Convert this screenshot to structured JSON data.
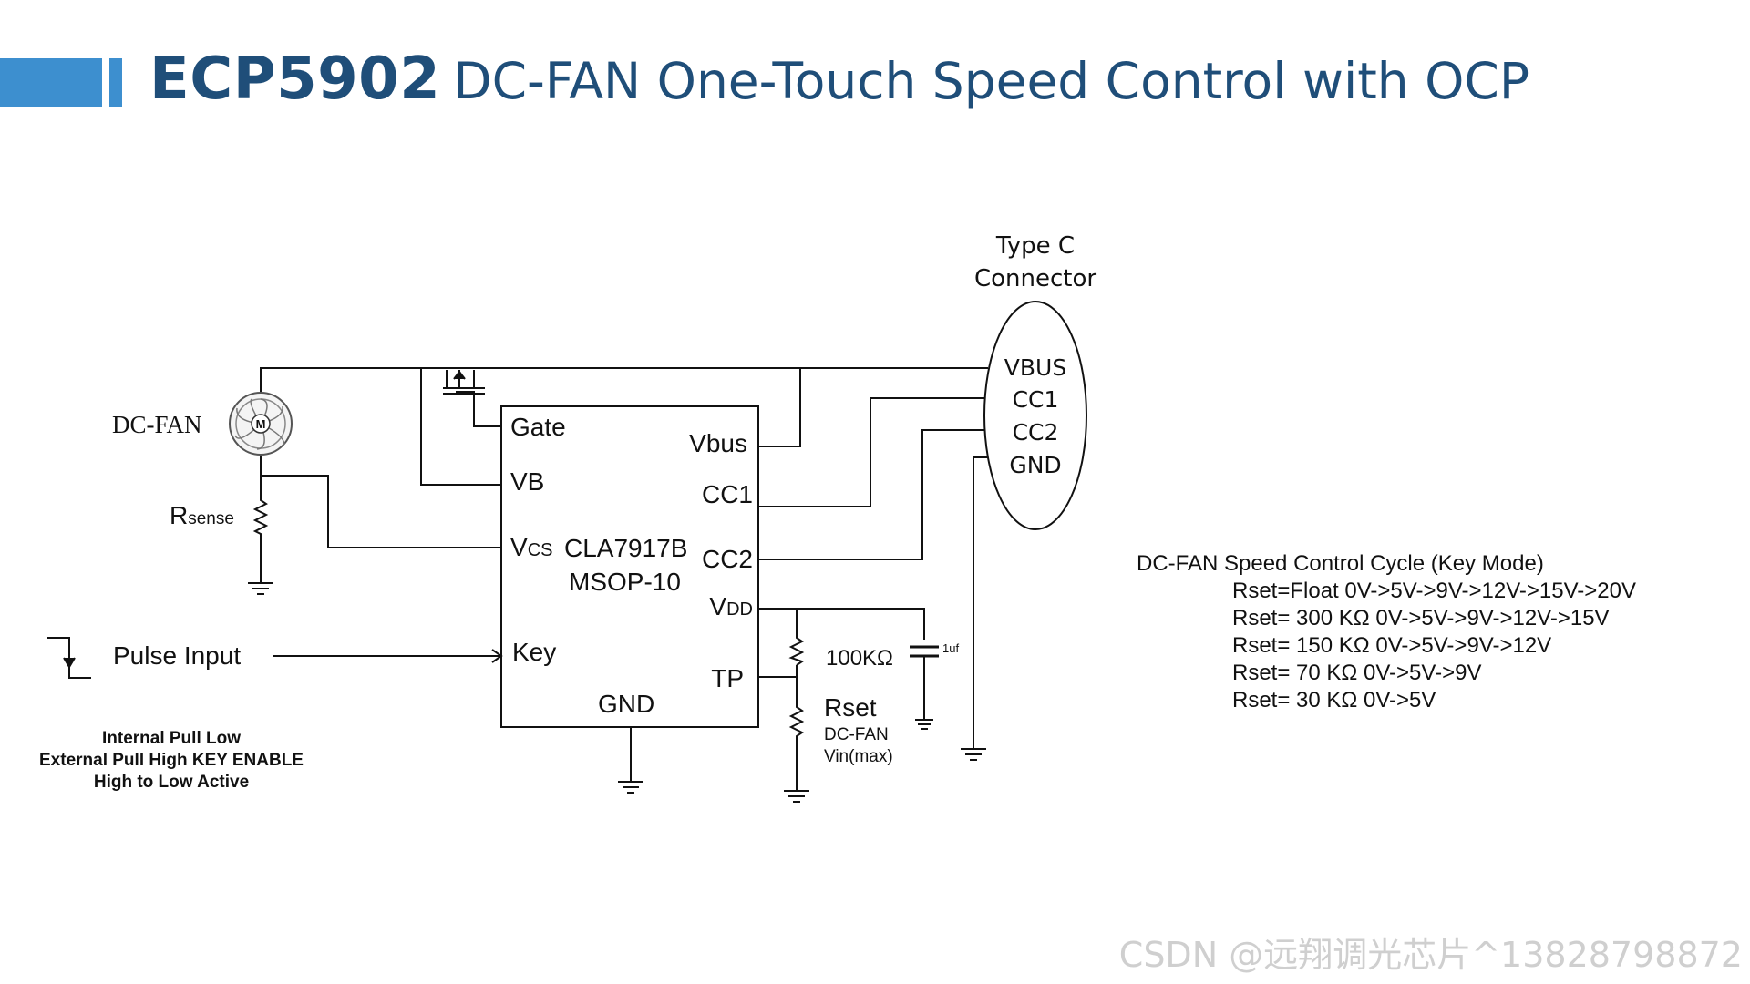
{
  "header": {
    "model": "ECP5902",
    "subtitle": "DC-FAN One-Touch Speed Control with OCP"
  },
  "connector": {
    "title_line1": "Type C",
    "title_line2": "Connector",
    "pins": [
      "VBUS",
      "CC1",
      "CC2",
      "GND"
    ]
  },
  "ic": {
    "pin_gate": "Gate",
    "pin_vb": "VB",
    "pin_vcs_main": "V",
    "pin_vcs_sub": "CS",
    "part_number": "CLA7917B",
    "package": "MSOP-10",
    "pin_key": "Key",
    "pin_gnd": "GND",
    "pin_vbus": "Vbus",
    "pin_cc1": "CC1",
    "pin_cc2": "CC2",
    "pin_vdd_main": "V",
    "pin_vdd_sub": "DD",
    "pin_tp": "TP"
  },
  "fan": {
    "label": "DC-FAN",
    "motor_symbol": "M",
    "rsense_main": "R",
    "rsense_sub": "sense"
  },
  "pulse": {
    "label": "Pulse Input"
  },
  "key_note": {
    "line1": "Internal Pull Low",
    "line2": "External Pull High KEY ENABLE",
    "line3": "High to Low Active"
  },
  "rset_block": {
    "resistor_value": "100KΩ",
    "cap_value": "1uf",
    "rset_label": "Rset",
    "rset_sub1": "DC-FAN",
    "rset_sub2": "Vin(max)"
  },
  "speed_table": {
    "heading": "DC-FAN Speed Control Cycle (Key Mode)",
    "rows": [
      "Rset=Float 0V->5V->9V->12V->15V->20V",
      "Rset=  300 KΩ 0V->5V->9V->12V->15V",
      "Rset=  150 KΩ 0V->5V->9V->12V",
      "Rset=  70 KΩ 0V->5V->9V",
      "Rset=  30 KΩ 0V->5V"
    ]
  },
  "watermark": "CSDN @远翔调光芯片^13828798872",
  "colors": {
    "title": "#1f4e79",
    "accent_bar": "#3d8fcf",
    "wire": "#111111",
    "watermark": "#cfcfcf"
  }
}
